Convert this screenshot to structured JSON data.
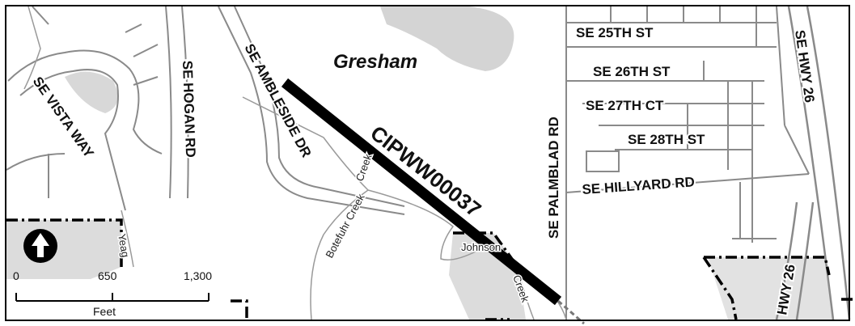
{
  "map": {
    "city_label": "Gresham",
    "project_label": "CIPWW00037",
    "streets": {
      "se_25th_st": "SE 25TH ST",
      "se_26th_st": "SE 26TH ST",
      "se_27th_ct": "SE 27TH CT",
      "se_28th_st": "SE 28TH ST",
      "se_hillyard_rd": "SE HILLYARD RD",
      "se_hwy_26": "SE HWY 26",
      "hwy_26": "HWY 26",
      "se_palmblad_rd": "SE PALMBLAD RD",
      "se_ambleside_dr": "SE AMBLESIDE DR",
      "se_hogan_rd": "SE HOGAN RD",
      "se_vista_way": "SE VISTA WAY"
    },
    "creeks": {
      "botefuhr_creek": "Botefuhr Creek",
      "creek_upper": "Creek",
      "johnson": "Johnson",
      "johnson_creek_lower": "Creek",
      "yeager": "Yeag"
    }
  },
  "scale_bar": {
    "tick_0": "0",
    "tick_1": "650",
    "tick_2": "1,300",
    "unit": "Feet"
  },
  "north_arrow": {
    "icon": "north-arrow-icon"
  },
  "colors": {
    "background": "#ffffff",
    "land_gray": "#dcdcdc",
    "park_gray": "#cfcfcf",
    "road": "#8a8a8a",
    "creek": "#9a9a9a",
    "project_line": "#000000",
    "boundary": "#000000"
  }
}
